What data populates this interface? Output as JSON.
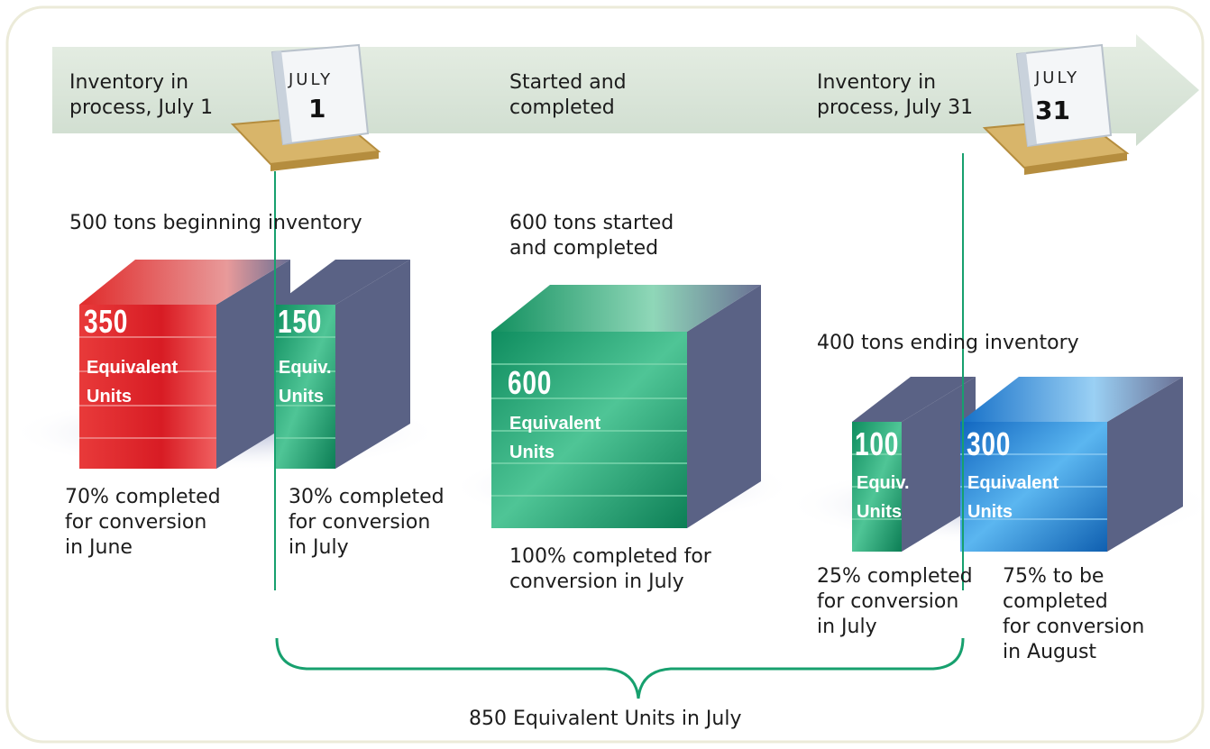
{
  "timeline": {
    "label_begin": "Inventory in\nprocess, July 1",
    "label_middle": "Started and\ncompleted",
    "label_end": "Inventory in\nprocess, July 31"
  },
  "calendars": [
    {
      "month": "JULY",
      "day": "1"
    },
    {
      "month": "JULY",
      "day": "31"
    }
  ],
  "headings": {
    "beginning": "500 tons beginning inventory",
    "started": "600 tons started\nand completed",
    "ending": "400 tons ending inventory"
  },
  "blocks": [
    {
      "value": "350",
      "label": "Equivalent\nUnits",
      "caption": "70% completed\nfor conversion\nin June"
    },
    {
      "value": "150",
      "label": "Equiv.\nUnits",
      "caption": "30% completed\nfor conversion\nin July"
    },
    {
      "value": "600",
      "label": "Equivalent\nUnits",
      "caption": "100% completed for\nconversion in July"
    },
    {
      "value": "100",
      "label": "Equiv.\nUnits",
      "caption": "25% completed\nfor conversion\nin July"
    },
    {
      "value": "300",
      "label": "Equivalent\nUnits",
      "caption": "75% to be\ncompleted\nfor conversion\nin August"
    }
  ],
  "total": "850 Equivalent Units in July",
  "colors": {
    "red_block": "#e02a2a",
    "green_block": "#1a9a6a",
    "blue_block": "#1e7fd0",
    "side_face": "#5a6285",
    "divider_line": "#17a06e",
    "timeline_arrow": "#dde8dc"
  }
}
